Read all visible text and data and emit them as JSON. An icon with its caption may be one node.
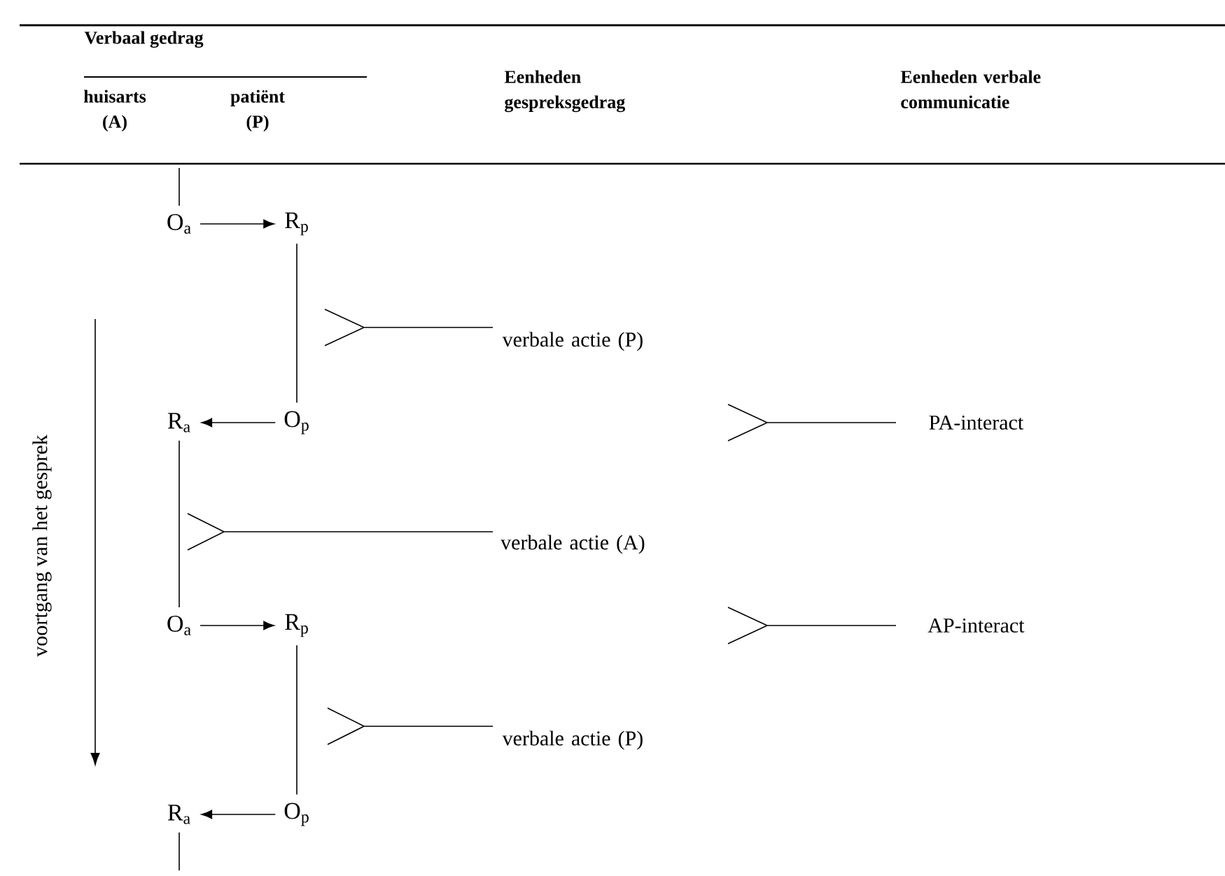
{
  "diagram": {
    "nodes": [
      {
        "text": [
          "O$_{a}$"
        ]
      },
      {
        "text": [
          "R$_{p}$"
        ]
      },
      {
        "text": [
          "R$_{a}$"
        ]
      },
      {
        "text": [
          "O$_{p}$"
        ]
      },
      {
        "text": [
          "O$_{a}$"
        ]
      },
      {
        "text": [
          "R$_{p}$"
        ]
      },
      {
        "text": [
          "R$_{a}$"
        ]
      },
      {
        "text": [
          "O$_{p}$"
        ]
      },
      {
        "text": [
          "verbale actie (P)"
        ]
      },
      {
        "text": [
          "verbale actie (A)"
        ]
      },
      {
        "text": [
          "verbale actie (P)"
        ]
      },
      {
        "text": [
          "PA-interact"
        ]
      },
      {
        "text": [
          "AP-interact"
        ]
      }
    ],
    "edges": [
      {
        "from": null,
        "to": 0,
        "arrow": "none"
      },
      {
        "from": 0,
        "to": 1,
        "arrow": "to"
      },
      {
        "from": 1,
        "to": 3,
        "arrow": "none"
      },
      {
        "from": 3,
        "to": 2,
        "arrow": "to"
      },
      {
        "from": 2,
        "to": 4,
        "arrow": "none"
      },
      {
        "from": 4,
        "to": 5,
        "arrow": "to"
      },
      {
        "from": 5,
        "to": 7,
        "arrow": "none"
      },
      {
        "from": 7,
        "to": 6,
        "arrow": "to"
      },
      {
        "from": 6,
        "to": null,
        "arrow": "none"
      },
      {
        "from": null,
        "to": 8,
        "arrow": "other"
      },
      {
        "from": null,
        "to": 9,
        "arrow": "other"
      },
      {
        "from": null,
        "to": 10,
        "arrow": "other"
      },
      {
        "from": null,
        "to": 11,
        "arrow": "other"
      },
      {
        "from": null,
        "to": 12,
        "arrow": "other"
      }
    ],
    "labels": [
      "Verbaal gedrag",
      "huisarts (A)",
      "patiënt (P)",
      "Eenheden gespreksgedrag",
      "Eenheden verbale communicatie",
      "voortgang van het gesprek"
    ]
  }
}
